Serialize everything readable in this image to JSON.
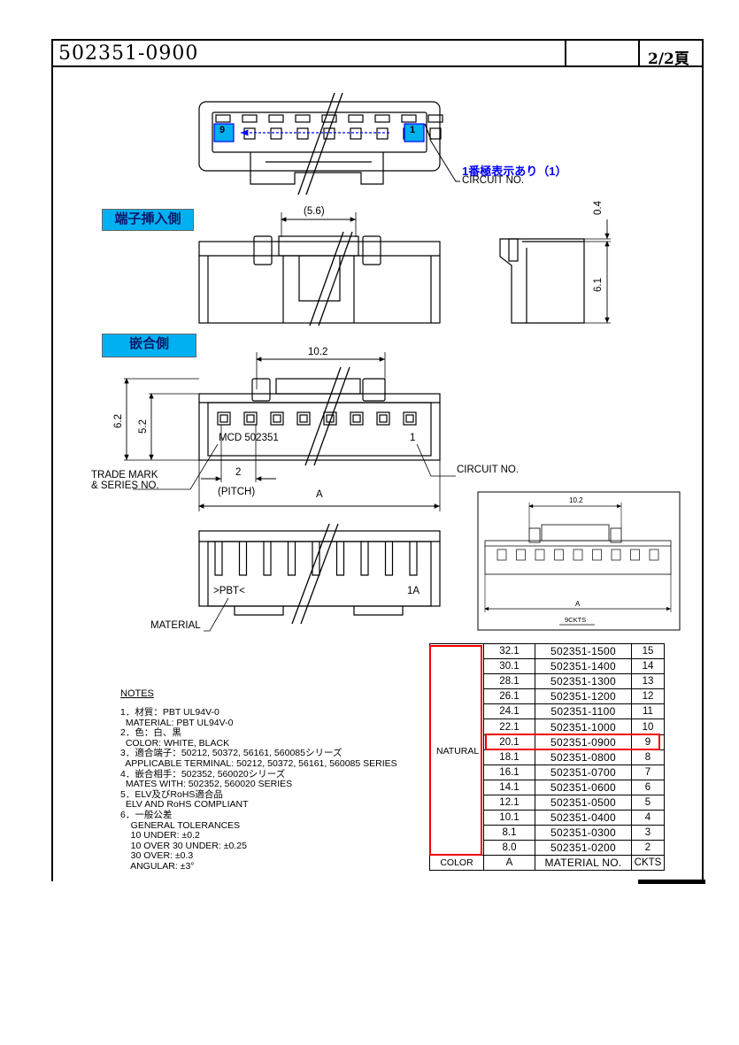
{
  "header": {
    "part_number": "502351-0900",
    "page": "2/2頁"
  },
  "labels": {
    "insert_side": "端子挿入側",
    "mating_side": "嵌合側",
    "circuit_marking_jp": "1番極表示あり（1）",
    "circuit_no": "CIRCUIT NO.",
    "circuit_no2": "CIRCUIT NO.",
    "trade_mark": "TRADE MARK",
    "series_no": "& SERIES NO.",
    "pitch": "(PITCH)",
    "dim_a": "A",
    "dim_a_inset": "A",
    "material": "MATERIAL",
    "mcd": "MCD 502351",
    "pin_one": "1",
    "pbt": ">PBT<",
    "one_a": "1A",
    "cavity_9": "9",
    "cavity_1": "1",
    "inset_caption": "9CKTS"
  },
  "dimensions": {
    "d56": "(5.6)",
    "d04": "0.4",
    "d61": "6.1",
    "d102": "10.2",
    "d102_inset": "10.2",
    "d62": "6.2",
    "d52": "5.2",
    "d2": "2"
  },
  "notes": {
    "heading": "NOTES",
    "lines": [
      "1．材質：PBT UL94V-0",
      "  MATERIAL: PBT UL94V-0",
      "2．色：白、黒",
      "  COLOR: WHITE, BLACK",
      "3．適合端子：50212, 50372, 56161, 560085シリーズ",
      "  APPLICABLE TERMINAL: 50212, 50372, 56161, 560085 SERIES",
      "4．嵌合相手：502352, 560020シリーズ",
      "  MATES WITH: 502352, 560020 SERIES",
      "5．ELV及びRoHS適合品",
      "  ELV AND RoHS COMPLIANT",
      "6．一般公差",
      "    GENERAL TOLERANCES",
      "    10 UNDER: ±0.2",
      "    10 OVER 30 UNDER: ±0.25",
      "    30 OVER: ±0.3",
      "    ANGULAR: ±3°"
    ]
  },
  "table": {
    "color_value": "NATURAL",
    "headers": {
      "color": "COLOR",
      "a": "A",
      "material_no": "MATERIAL NO.",
      "ckts": "CKTS"
    },
    "rows": [
      {
        "a": "32.1",
        "material_no": "502351-1500",
        "ckts": "15"
      },
      {
        "a": "30.1",
        "material_no": "502351-1400",
        "ckts": "14"
      },
      {
        "a": "28.1",
        "material_no": "502351-1300",
        "ckts": "13"
      },
      {
        "a": "26.1",
        "material_no": "502351-1200",
        "ckts": "12"
      },
      {
        "a": "24.1",
        "material_no": "502351-1100",
        "ckts": "11"
      },
      {
        "a": "22.1",
        "material_no": "502351-1000",
        "ckts": "10"
      },
      {
        "a": "20.1",
        "material_no": "502351-0900",
        "ckts": "9"
      },
      {
        "a": "18.1",
        "material_no": "502351-0800",
        "ckts": "8"
      },
      {
        "a": "16.1",
        "material_no": "502351-0700",
        "ckts": "7"
      },
      {
        "a": "14.1",
        "material_no": "502351-0600",
        "ckts": "6"
      },
      {
        "a": "12.1",
        "material_no": "502351-0500",
        "ckts": "5"
      },
      {
        "a": "10.1",
        "material_no": "502351-0400",
        "ckts": "4"
      },
      {
        "a": "8.1",
        "material_no": "502351-0300",
        "ckts": "3"
      },
      {
        "a": "8.0",
        "material_no": "502351-0200",
        "ckts": "2"
      }
    ]
  },
  "colors": {
    "highlight": "#e00000",
    "tag_fill": "#00b0f0",
    "marking_blue": "#0000ff"
  }
}
